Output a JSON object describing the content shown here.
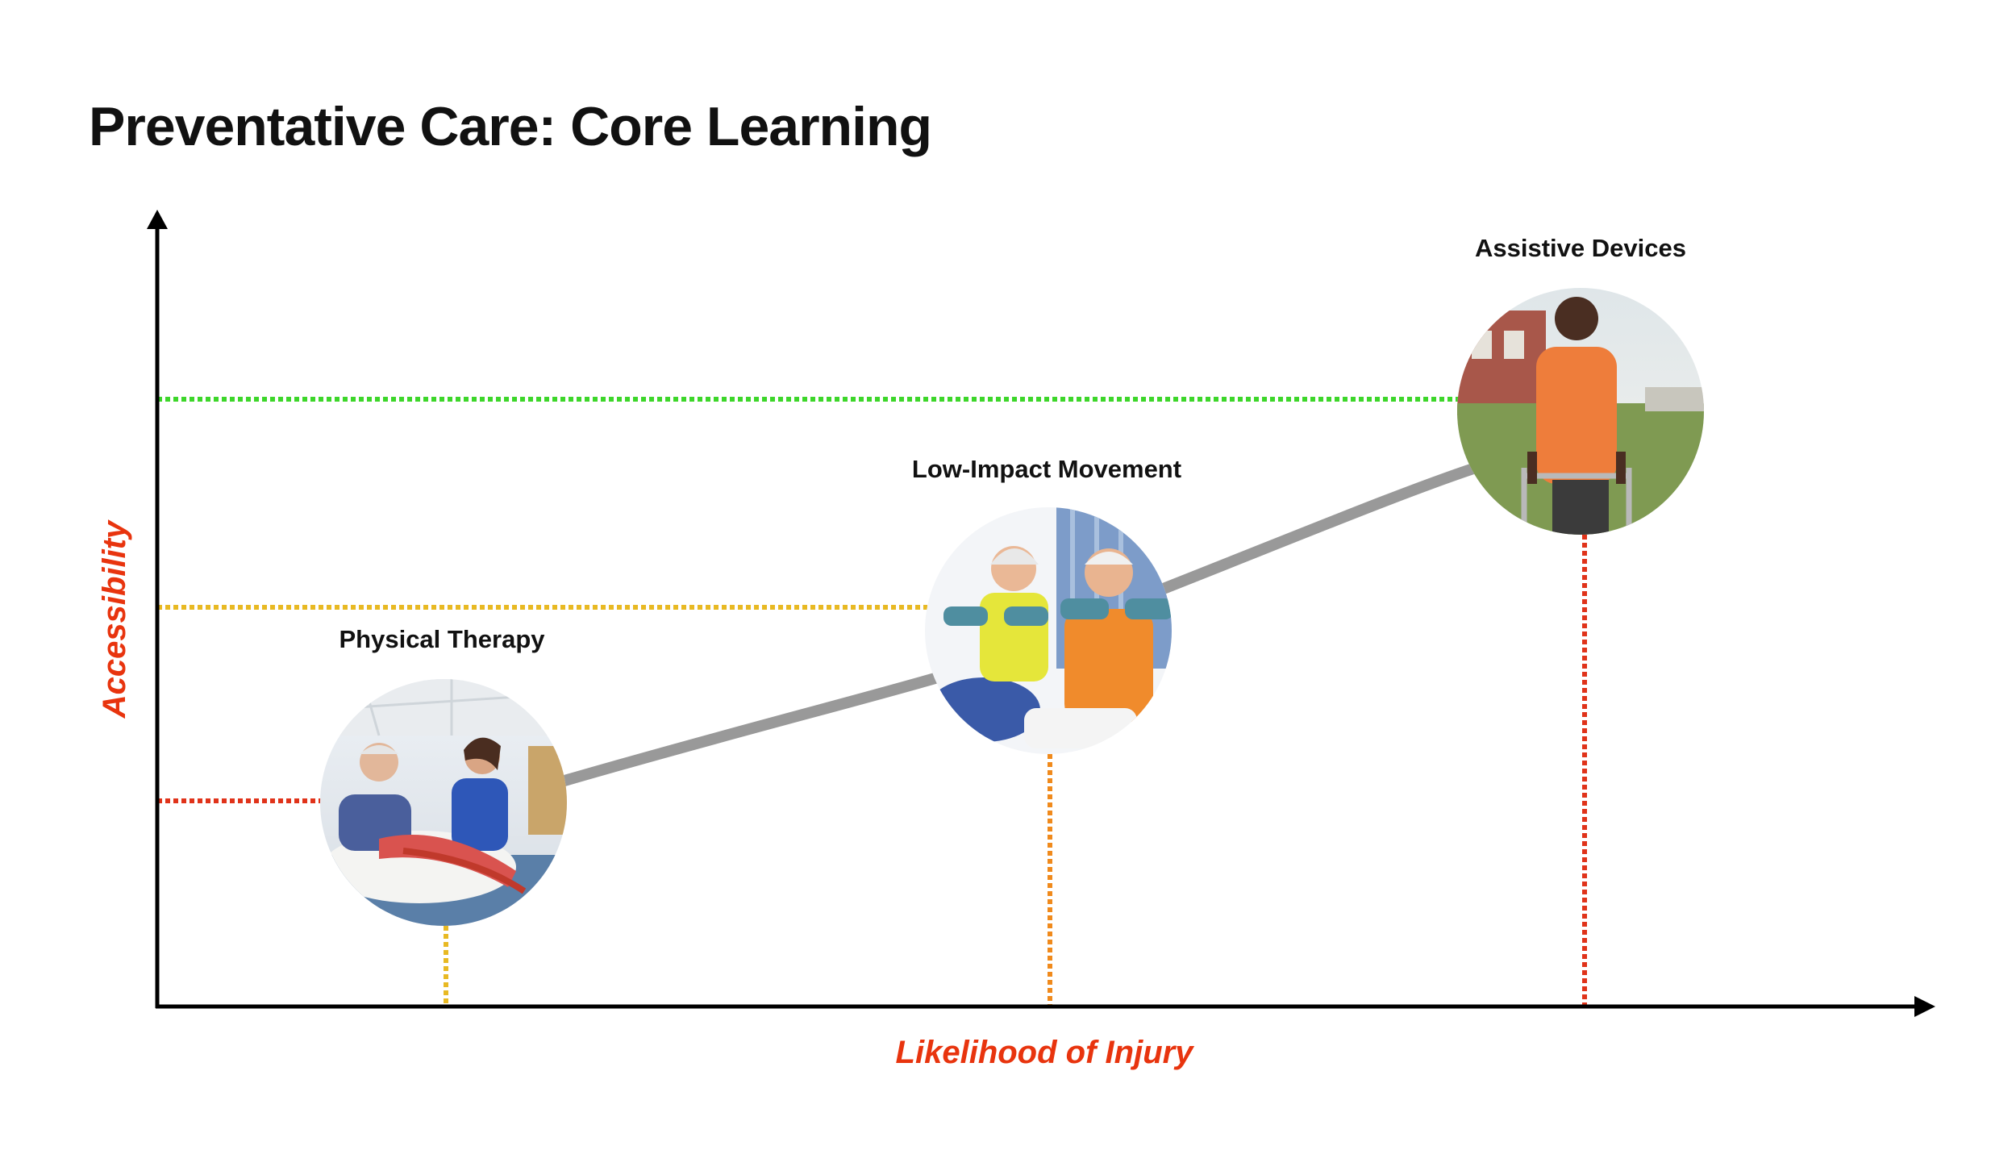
{
  "title": "Preventative Care: Core Learning",
  "axes": {
    "x_label": "Likelihood  of Injury",
    "y_label": "Accessibility"
  },
  "nodes": [
    {
      "label": "Physical Therapy",
      "image": "photo-physical-therapy",
      "guide_color": "#E8B923",
      "level_color": "#E0331A"
    },
    {
      "label": "Low-Impact Movement",
      "image": "photo-low-impact-movement",
      "guide_color": "#F08A1C",
      "level_color": "#E8B923"
    },
    {
      "label": "Assistive Devices",
      "image": "photo-assistive-devices",
      "guide_color": "#E0331A",
      "level_color": "#3DD62A"
    }
  ],
  "colors": {
    "axis_label": "#E8340E",
    "axis_line": "#000000",
    "curve": "#999999",
    "text": "#111111"
  }
}
